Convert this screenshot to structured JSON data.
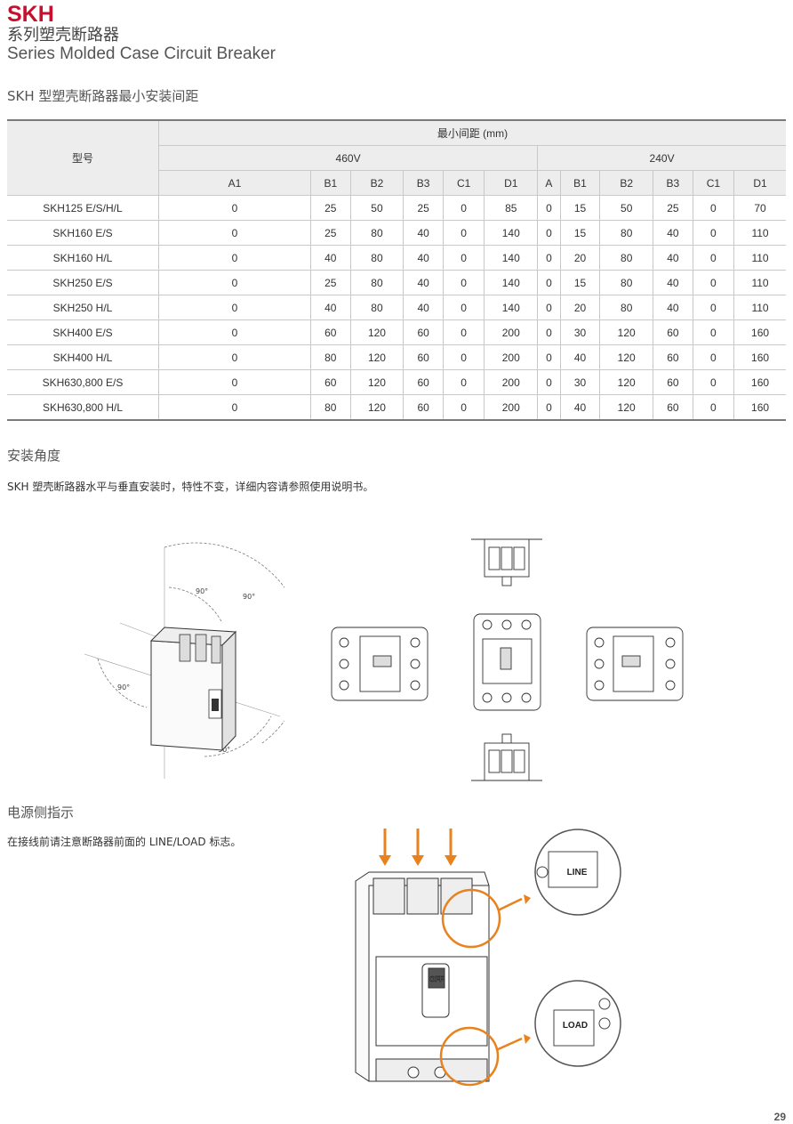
{
  "header": {
    "brand": "SKH",
    "title_cn": "系列塑壳断路器",
    "title_en": "Series Molded Case Circuit Breaker"
  },
  "clearance": {
    "heading": "SKH 型塑壳断路器最小安装间距",
    "model_header": "型号",
    "group_header": "最小间距 (mm)",
    "voltage_460": "460V",
    "voltage_240": "240V",
    "cols_460": [
      "A1",
      "B1",
      "B2",
      "B3",
      "C1",
      "D1"
    ],
    "cols_240": [
      "A",
      "B1",
      "B2",
      "B3",
      "C1",
      "D1"
    ],
    "rows": [
      [
        "SKH125 E/S/H/L",
        "0",
        "25",
        "50",
        "25",
        "0",
        "85",
        "0",
        "15",
        "50",
        "25",
        "0",
        "70"
      ],
      [
        "SKH160 E/S",
        "0",
        "25",
        "80",
        "40",
        "0",
        "140",
        "0",
        "15",
        "80",
        "40",
        "0",
        "110"
      ],
      [
        "SKH160 H/L",
        "0",
        "40",
        "80",
        "40",
        "0",
        "140",
        "0",
        "20",
        "80",
        "40",
        "0",
        "110"
      ],
      [
        "SKH250 E/S",
        "0",
        "25",
        "80",
        "40",
        "0",
        "140",
        "0",
        "15",
        "80",
        "40",
        "0",
        "110"
      ],
      [
        "SKH250 H/L",
        "0",
        "40",
        "80",
        "40",
        "0",
        "140",
        "0",
        "20",
        "80",
        "40",
        "0",
        "110"
      ],
      [
        "SKH400 E/S",
        "0",
        "60",
        "120",
        "60",
        "0",
        "200",
        "0",
        "30",
        "120",
        "60",
        "0",
        "160"
      ],
      [
        "SKH400 H/L",
        "0",
        "80",
        "120",
        "60",
        "0",
        "200",
        "0",
        "40",
        "120",
        "60",
        "0",
        "160"
      ],
      [
        "SKH630,800 E/S",
        "0",
        "60",
        "120",
        "60",
        "0",
        "200",
        "0",
        "30",
        "120",
        "60",
        "0",
        "160"
      ],
      [
        "SKH630,800 H/L",
        "0",
        "80",
        "120",
        "60",
        "0",
        "200",
        "0",
        "40",
        "120",
        "60",
        "0",
        "160"
      ]
    ]
  },
  "angle": {
    "heading": "安装角度",
    "text": "SKH 塑壳断路器水平与垂直安装时，特性不变，详细内容请参照使用说明书。",
    "angle_labels": [
      "90°",
      "90°",
      "90°",
      "90°"
    ]
  },
  "power": {
    "heading": "电源侧指示",
    "text": "在接线前请注意断路器前面的 LINE/LOAD 标志。",
    "off_label": "OFF",
    "line_label": "LINE",
    "load_label": "LOAD"
  },
  "colors": {
    "brand": "#c8102e",
    "accent": "#e8821e"
  },
  "page_number": "29"
}
